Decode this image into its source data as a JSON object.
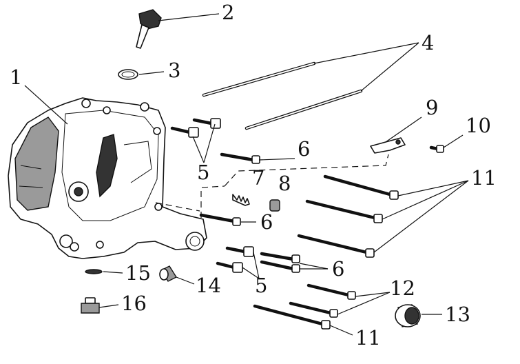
{
  "callouts": {
    "c1": "1",
    "c2": "2",
    "c3": "3",
    "c4": "4",
    "c5a": "5",
    "c5b": "5",
    "c6a": "6",
    "c6b": "6",
    "c6c": "6",
    "c7": "7",
    "c8": "8",
    "c9": "9",
    "c10": "10",
    "c11a": "11",
    "c11b": "11",
    "c12": "12",
    "c13": "13",
    "c14": "14",
    "c15": "15",
    "c16": "16"
  }
}
